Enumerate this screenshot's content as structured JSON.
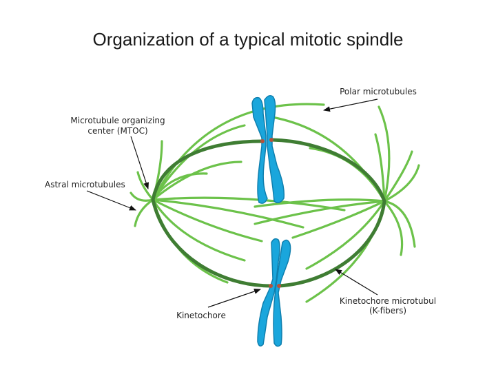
{
  "title": "Organization of a typical mitotic spindle",
  "labels": {
    "polar": "Polar microtubules",
    "mtoc_line1": "Microtubule organizing",
    "mtoc_line2": "center (MTOC)",
    "astral": "Astral microtubules",
    "kinetochore": "Kinetochore",
    "kfiber_line1": "Kinetochore microtubul",
    "kfiber_line2": "(K-fibers)"
  },
  "colors": {
    "polar_microtubule": "#6cc24a",
    "kinetochore_microtubule": "#3f7d33",
    "chromosome": "#1aa6dc",
    "kinetochore": "#b5513a"
  }
}
